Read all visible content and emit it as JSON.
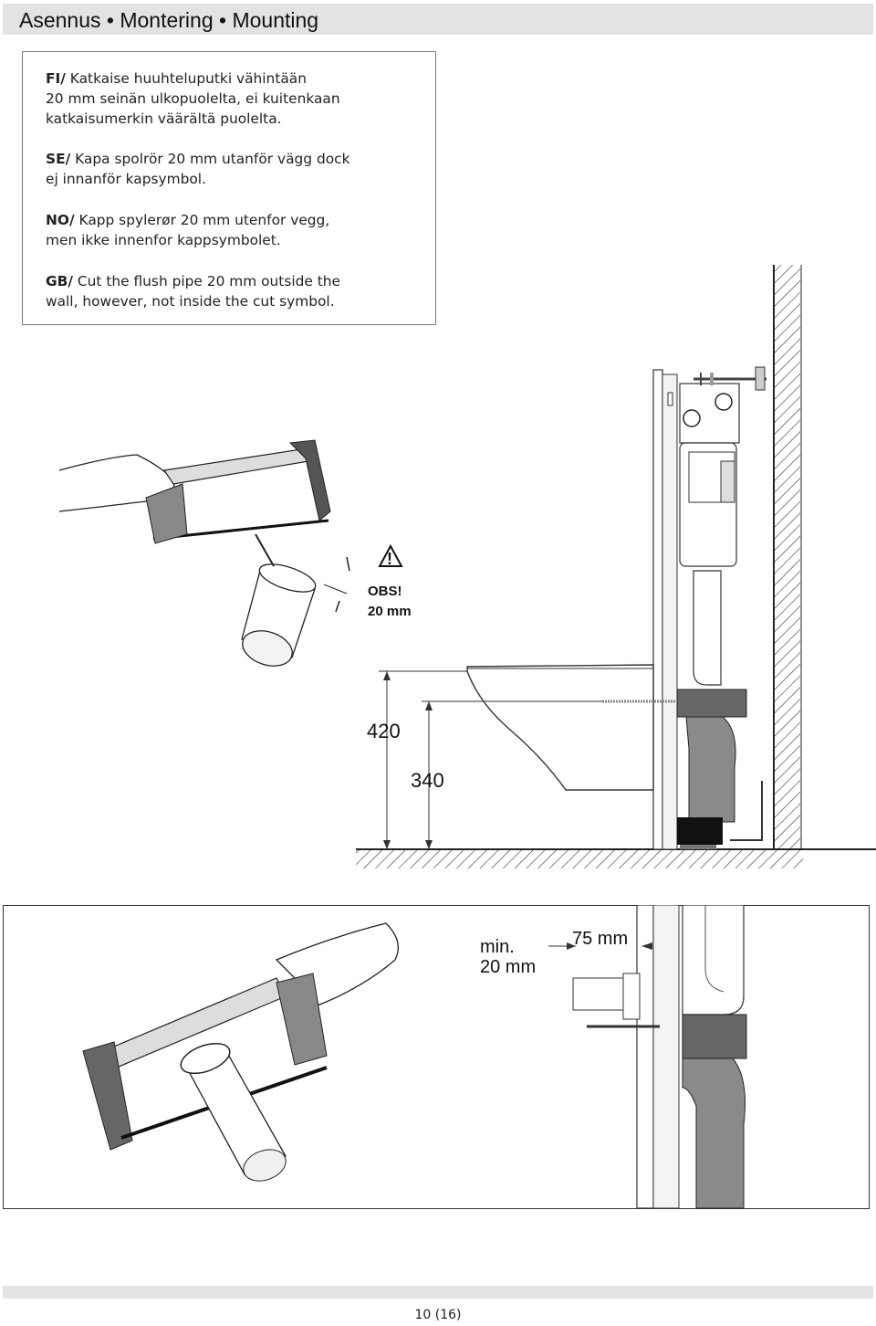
{
  "header": {
    "title": "Asennus • Montering • Mounting"
  },
  "instructions": [
    {
      "code": "FI/",
      "lines": [
        "Katkaise huuhteluputki vähintään",
        "20 mm seinän ulkopuolelta, ei kuitenkaan",
        "katkaisumerkin väärältä puolelta."
      ]
    },
    {
      "code": "SE/",
      "lines": [
        "Kapa spolrör 20 mm utanför vägg dock",
        "ej innanför kapsymbol."
      ]
    },
    {
      "code": "NO/",
      "lines": [
        "Kapp spylerør 20 mm utenfor vegg,",
        "men ikke innenfor kappsymbolet."
      ]
    },
    {
      "code": "GB/",
      "lines": [
        "Cut the flush pipe 20 mm outside the",
        "wall, however, not inside the cut symbol."
      ]
    }
  ],
  "warning": {
    "symbol": "!",
    "label": "OBS!",
    "value": "20 mm"
  },
  "dimensions": {
    "height_outer": "420",
    "height_inner": "340"
  },
  "detail": {
    "min_label": "min.",
    "min_value": "20 mm",
    "top_value": "75 mm"
  },
  "footer": {
    "page": "10 (16)"
  }
}
